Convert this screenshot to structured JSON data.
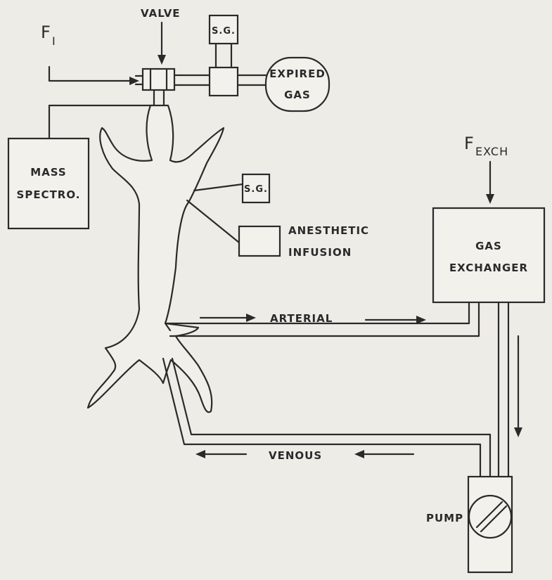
{
  "labels": {
    "fi_main": "F",
    "fi_sub": "I",
    "valve": "VALVE",
    "sg_top": "S.G.",
    "expired_line1": "EXPIRED",
    "expired_line2": "GAS",
    "mass_line1": "MASS",
    "mass_line2": "SPECTRO.",
    "sg_mid": "S.G.",
    "anesthetic_line1": "ANESTHETIC",
    "anesthetic_line2": "INFUSION",
    "fexch_main": "F",
    "fexch_sub": "EXCH",
    "gas_line1": "GAS",
    "gas_line2": "EXCHANGER",
    "arterial": "ARTERIAL",
    "venous": "VENOUS",
    "pump": "PUMP"
  },
  "colors": {
    "paper": "#eeece7",
    "ink": "#2a2a2a"
  }
}
